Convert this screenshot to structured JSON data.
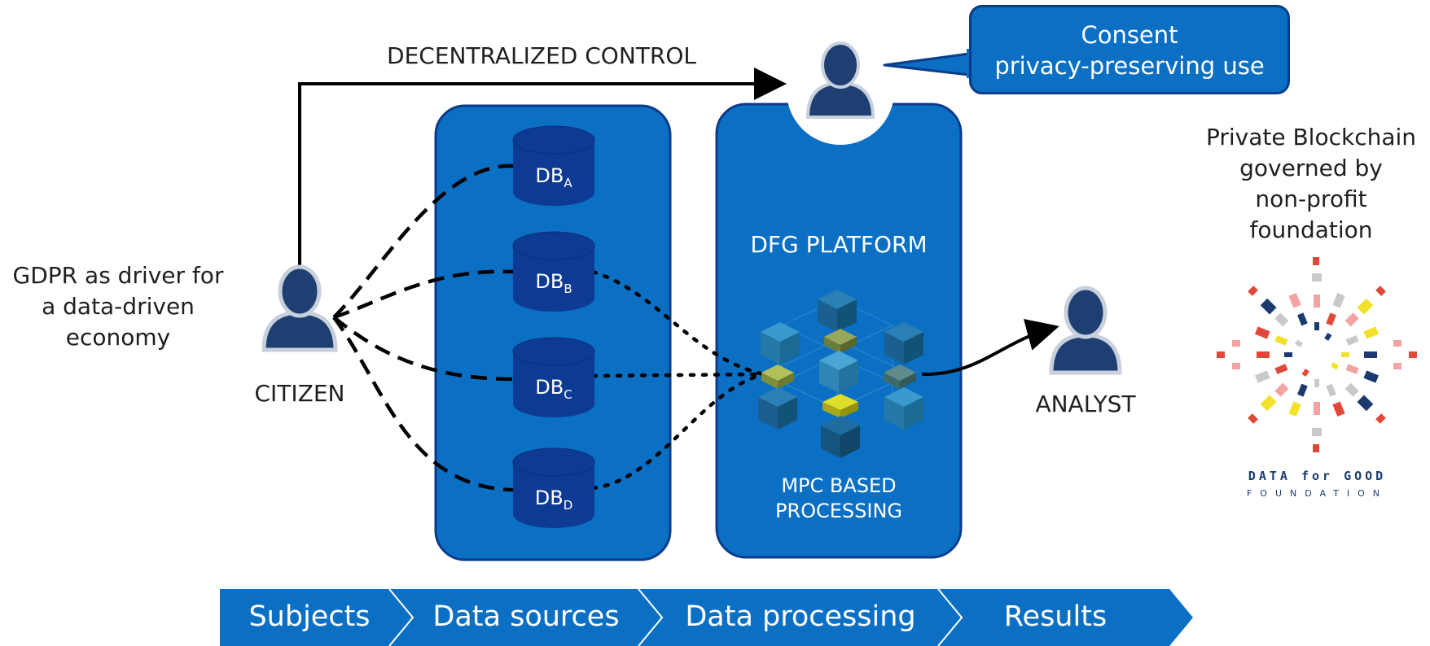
{
  "labels": {
    "decentralized_control": "DECENTRALIZED CONTROL",
    "gdpr": [
      "GDPR as driver for",
      "a data-driven",
      "economy"
    ],
    "citizen": "CITIZEN",
    "analyst": "ANALYST",
    "platform_title": "DFG PLATFORM",
    "mpc": [
      "MPC BASED",
      "PROCESSING"
    ],
    "bubble": [
      "Consent",
      "privacy-preserving use"
    ],
    "blockchain": [
      "Private Blockchain",
      "governed by",
      "non-profit",
      "foundation"
    ]
  },
  "databases": [
    {
      "base": "DB",
      "sub": "A"
    },
    {
      "base": "DB",
      "sub": "B"
    },
    {
      "base": "DB",
      "sub": "C"
    },
    {
      "base": "DB",
      "sub": "D"
    }
  ],
  "process_steps": [
    "Subjects",
    "Data sources",
    "Data processing",
    "Results"
  ],
  "logo": {
    "line1": "DATA for GOOD",
    "line2": "FOUNDATION"
  },
  "colors": {
    "panel_fill": "#0b6fc4",
    "panel_border": "#0a3c8a",
    "db_fill": "#0d3a93",
    "person_fill": "#1f3f73",
    "person_outline": "#c8d0dc",
    "bar_fill": "#0b6fc4"
  },
  "icons": [
    "person-icon",
    "database-icon",
    "cube-network-icon",
    "sunburst-logo-icon"
  ]
}
